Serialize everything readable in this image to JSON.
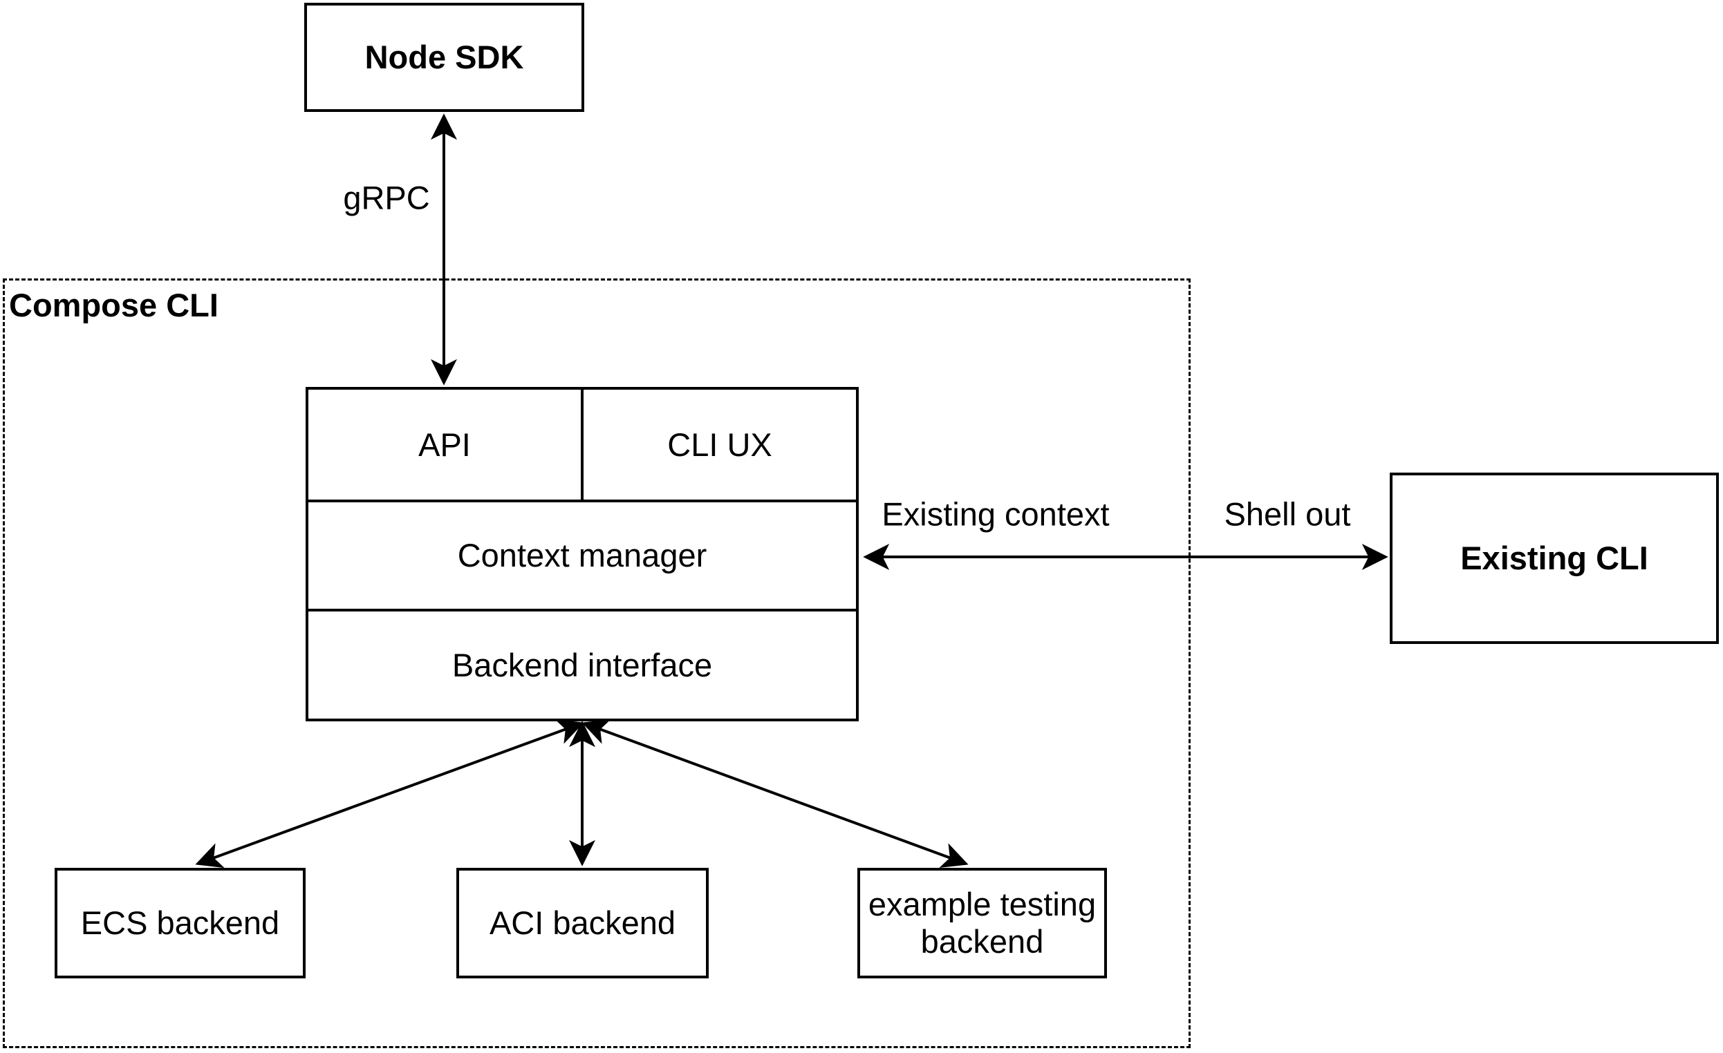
{
  "diagram": {
    "nodes": {
      "node_sdk": {
        "label": "Node SDK"
      },
      "compose_cli": {
        "label": "Compose CLI"
      },
      "api": {
        "label": "API"
      },
      "cli_ux": {
        "label": "CLI UX"
      },
      "context_manager": {
        "label": "Context manager"
      },
      "backend_interface": {
        "label": "Backend interface"
      },
      "existing_cli": {
        "label": "Existing CLI"
      },
      "ecs_backend": {
        "label": "ECS backend"
      },
      "aci_backend": {
        "label": "ACI backend"
      },
      "example_testing_backend": {
        "label": "example testing backend"
      }
    },
    "edge_labels": {
      "grpc": {
        "label": "gRPC"
      },
      "existing_context": {
        "label": "Existing context"
      },
      "shell_out": {
        "label": "Shell out"
      }
    },
    "colors": {
      "stroke": "#000000",
      "background": "#ffffff",
      "text": "#000000"
    }
  }
}
